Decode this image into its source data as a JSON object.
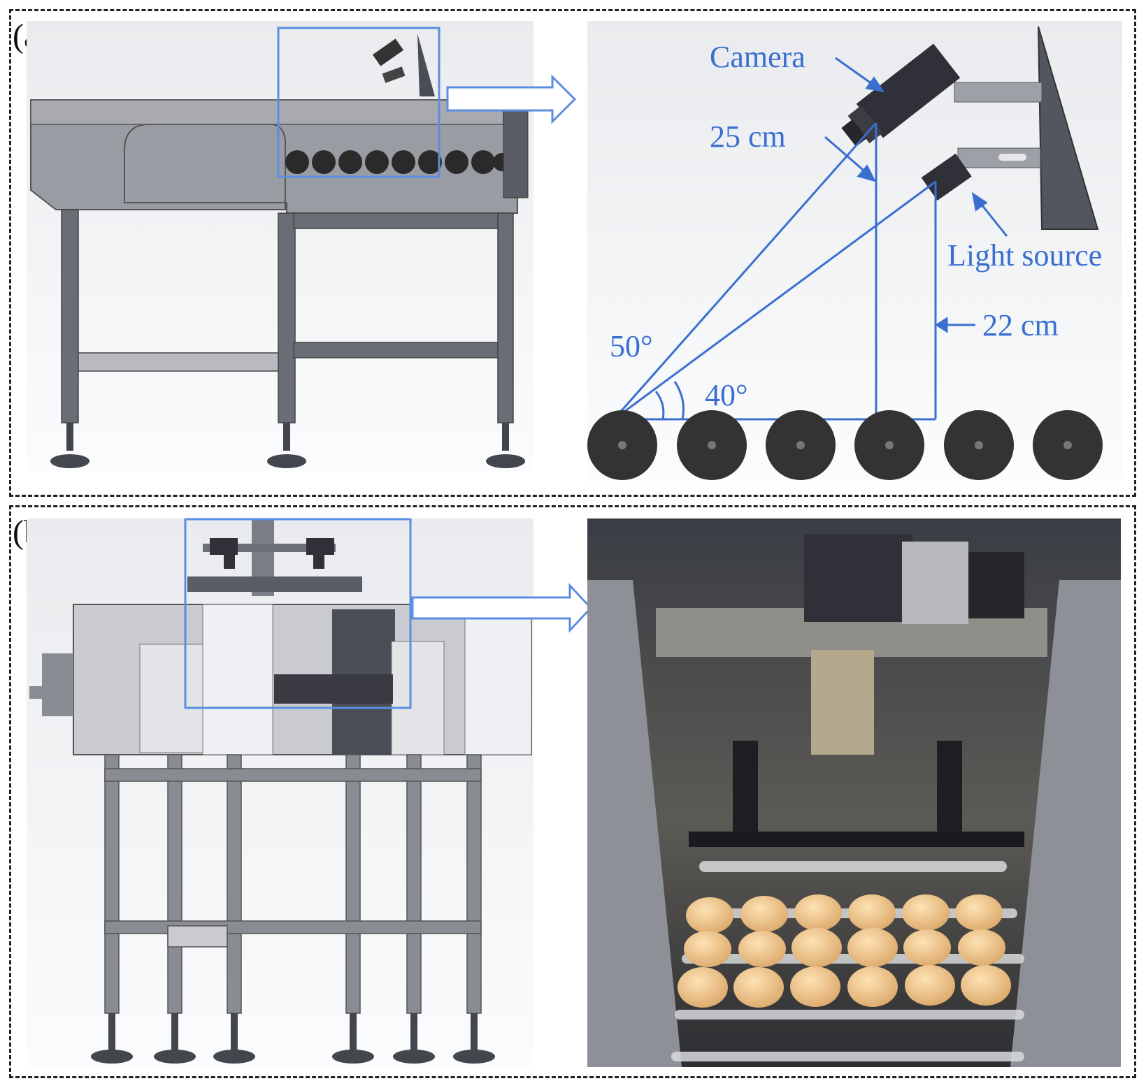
{
  "panel_a": {
    "label": "(a)",
    "annotations": {
      "camera": "Camera",
      "distance_camera": "25 cm",
      "light_source": "Light source",
      "distance_light": "22 cm",
      "angle_camera": "50°",
      "angle_light": "40°"
    }
  },
  "panel_b": {
    "label": "(b)"
  },
  "colors": {
    "annotation_blue": "#3a6fd0",
    "frame_gray": "#8a8c94",
    "roller_dark": "#2e2e2e",
    "egg": "#f0c48a"
  }
}
